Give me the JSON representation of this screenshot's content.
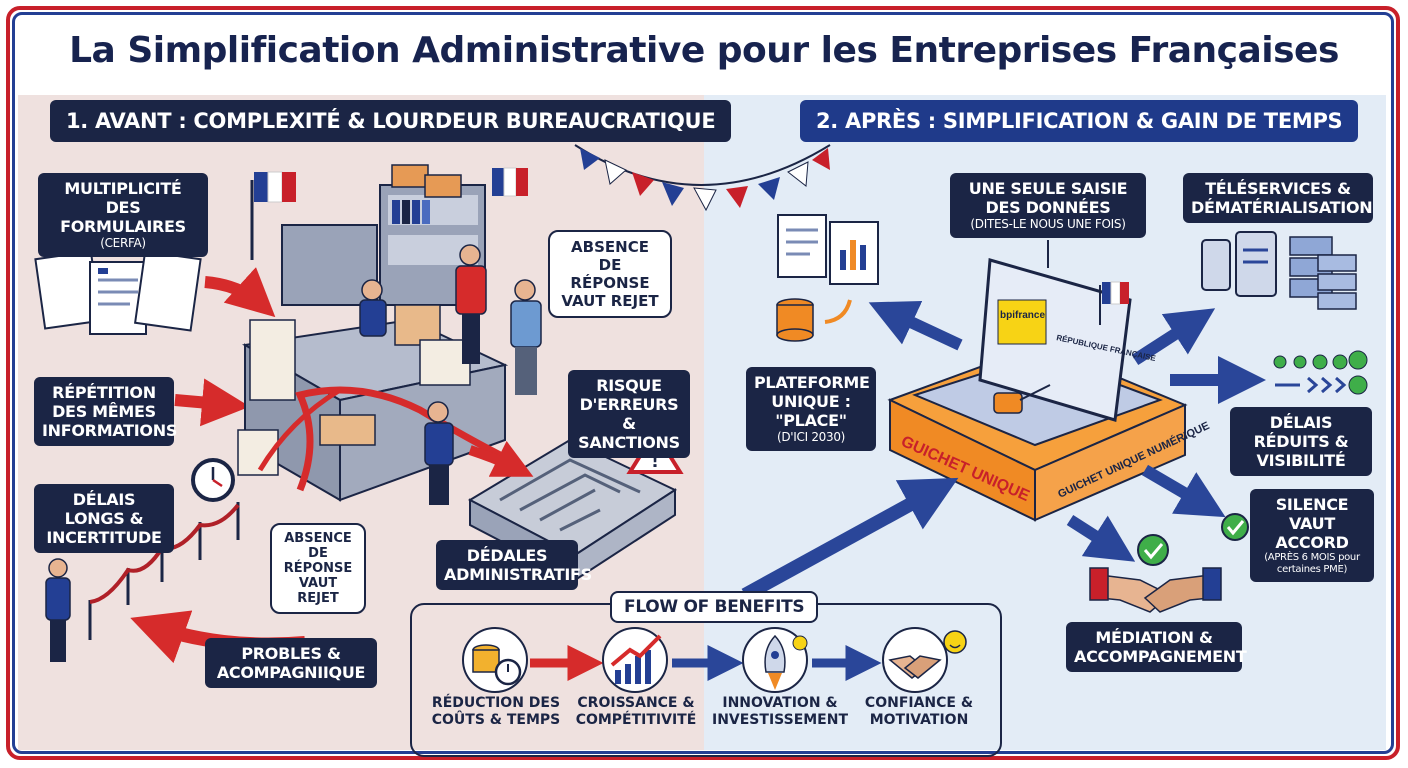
{
  "title": "La Simplification Administrative pour les Entreprises Françaises",
  "sections": {
    "before": "1. AVANT : COMPLEXITÉ & LOURDEUR BUREAUCRATIQUE",
    "after": "2. APRÈS : SIMPLIFICATION & GAIN DE TEMPS"
  },
  "before_labels": {
    "formulaires": "MULTIPLICITÉ DES FORMULAIRES",
    "formulaires_sub": "(CERFA)",
    "repetition": "RÉPÉTITION DES MÊMES INFORMATIONS",
    "delais": "DÉLAIS LONGS & INCERTITUDE",
    "absence_top": "ABSENCE DE RÉPONSE VAUT REJET",
    "absence_bottom": "ABSENCE DE RÉPONSE VAUT REJET",
    "risque": "RISQUE D'ERREURS & SANCTIONS",
    "dedales": "DÉDALES ADMINISTRATIFS",
    "probles": "PROBLES & ACOMPAGNIIQUE"
  },
  "after_labels": {
    "saisie": "UNE SEULE SAISIE DES DONNÉES",
    "saisie_sub": "(DITES-LE NOUS UNE FOIS)",
    "teleservices": "TÉLÉSERVICES & DÉMATÉRIALISATION",
    "plateforme": "PLATEFORME UNIQUE : \"PLACE\"",
    "plateforme_sub": "(D'ICI 2030)",
    "delais": "DÉLAIS RÉDUITS & VISIBILITÉ",
    "silence": "SILENCE VAUT ACCORD",
    "silence_sub": "(APRÈS 6 MOIS pour certaines PME)",
    "mediation": "MÉDIATION & ACCOMPAGNEMENT",
    "guichet_front": "GUICHET UNIQUE",
    "guichet_side": "GUICHET UNIQUE NUMÉRIQUE",
    "bpifrance": "bpifrance",
    "republique": "RÉPUBLIQUE FRANÇAISE"
  },
  "flow": {
    "title": "FLOW OF BENEFITS",
    "items": [
      "RÉDUCTION DES COÛTS & TEMPS",
      "CROISSANCE & COMPÉTITIVITÉ",
      "INNOVATION & INVESTISSEMENT",
      "CONFIANCE & MOTIVATION"
    ]
  },
  "colors": {
    "navy": "#1b2545",
    "blue": "#233f94",
    "red": "#c8202a",
    "orange": "#f08a24"
  },
  "icons": [
    "france-flag-icon",
    "clock-icon",
    "warning-icon",
    "maze-icon",
    "coins-icon",
    "growth-chart-icon",
    "rocket-icon",
    "handshake-icon",
    "check-icon",
    "database-icon",
    "tablet-icon",
    "server-icon"
  ]
}
